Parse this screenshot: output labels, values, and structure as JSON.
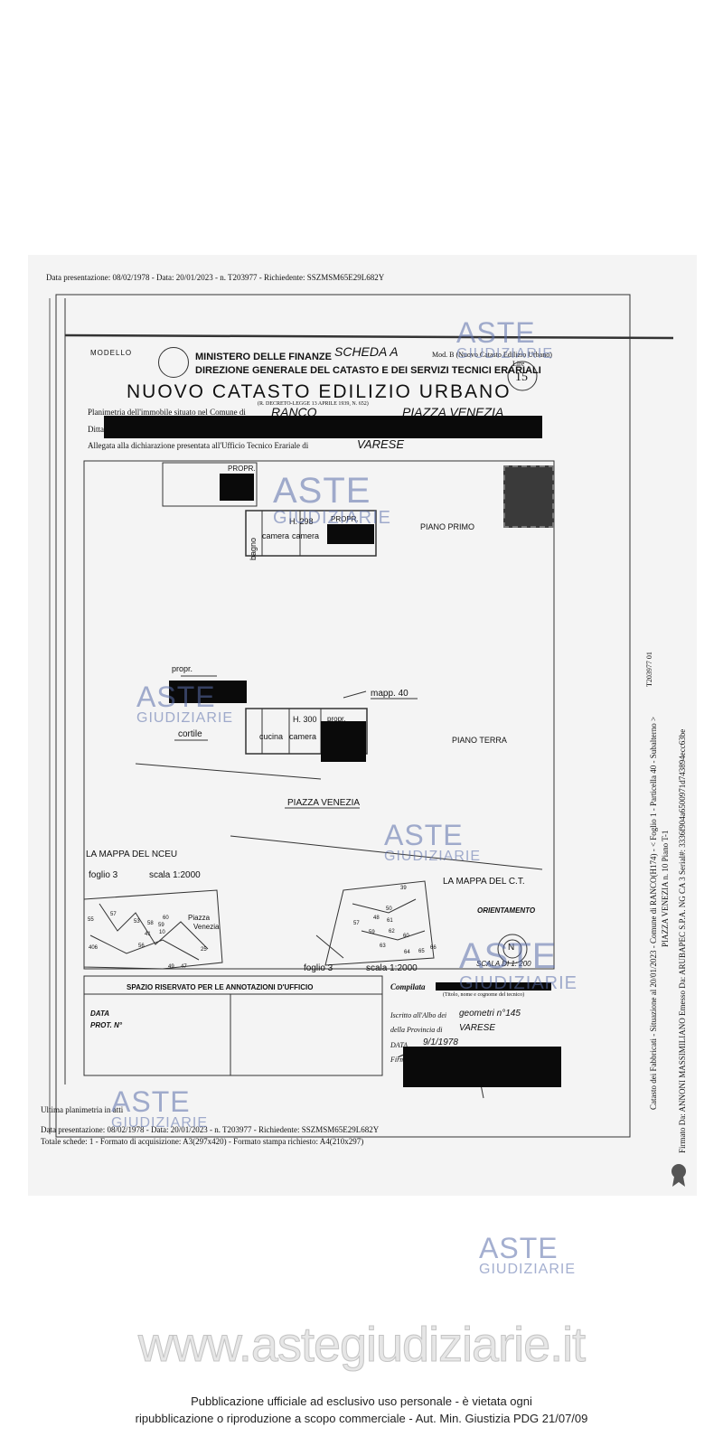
{
  "header_line": "Data presentazione: 08/02/1978 - Data: 20/01/2023 - n. T203977 - Richiedente: SSZMSM65E29L682Y",
  "form": {
    "modello": "MODELLO",
    "ministry": "MINISTERO DELLE FINANZE",
    "scheda": "SCHEDA A",
    "mod_note": "Mod. B (Nuovo Catasto Edilizio Urbano)",
    "direzione": "DIREZIONE GENERALE DEL CATASTO E DEI SERVIZI TECNICI ERARIALI",
    "title": "NUOVO CATASTO EDILIZIO URBANO",
    "lire": "Lire",
    "lire_value": "15",
    "decreto": "(R. DECRETO-LEGGE 13 APRILE 1939, N. 652)",
    "planimetria_label": "Planimetria dell'immobile situato nel Comune di",
    "comune": "RANCO",
    "via": "PIAZZA VENEZIA",
    "ditta": "Ditta",
    "allegata": "Allegata alla dichiarazione presentata all'Ufficio Tecnico Erariale di",
    "ufficio": "VARESE"
  },
  "plan": {
    "propr_top": "PROPR.",
    "propr_first": "PROPR.",
    "h_first": "H. 298",
    "bagno": "bagno",
    "camera1": "camera",
    "camera2": "camera",
    "piano_primo": "PIANO PRIMO",
    "propr_ground": "propr.",
    "mapp": "mapp. 40",
    "h_ground": "H. 300",
    "propr_ground2": "propr.",
    "cortile": "cortile",
    "cucina": "cucina",
    "camera3": "camera",
    "piano_terra": "PIANO TERRA",
    "piazza": "PIAZZA VENEZIA",
    "mappa_nceu": "LA MAPPA DEL NCEU",
    "foglio1": "foglio 3",
    "scala1": "scala 1:2000",
    "mappa_ct": "LA MAPPA DEL C.T.",
    "orientamento": "ORIENTAMENTO",
    "north": "N",
    "scala_plan": "SCALA DI 1: 200",
    "foglio2": "foglio 3",
    "scala2": "scala 1:2000",
    "map_piazza": "Piazza",
    "map_venezia": "Venezia",
    "map_numbers": [
      "55",
      "57",
      "53",
      "58",
      "59",
      "10",
      "60",
      "25",
      "406",
      "56",
      "41",
      "47",
      "49",
      "39",
      "50",
      "48",
      "59",
      "61",
      "62",
      "60",
      "63",
      "64",
      "65",
      "66",
      "57"
    ]
  },
  "office": {
    "title": "SPAZIO RISERVATO PER LE ANNOTAZIONI D'UFFICIO",
    "data": "DATA",
    "prot": "PROT. N°",
    "compilata": "Compilata",
    "titolo_note": "(Titolo, nome e cognome del tecnico)",
    "iscritto": "Iscritto all'Albo dei",
    "albo": "geometri n°145",
    "provincia_label": "della Provincia di",
    "provincia": "VARESE",
    "data_label": "DATA",
    "data_value": "9/1/1978",
    "firma": "Firma"
  },
  "bottom": {
    "ultima": "Ultima planimetria in atti",
    "line1": "Data presentazione: 08/02/1978 - Data: 20/01/2023 - n. T203977 - Richiedente: SSZMSM65E29L682Y",
    "line2": "Totale schede: 1 - Formato di acquisizione: A3(297x420)  - Formato stampa richiesto: A4(210x297)"
  },
  "side": {
    "code": "T203977 01",
    "catasto1": "Catasto dei Fabbricati - Situazione al 20/01/2023 - Comune di RANCO(H174) - < Foglio 1 - Particella 40 - Subalterno >",
    "catasto2": "PIAZZA VENEZIA n. 10 Piano T-1",
    "firmato": "Firmato Da: ANNONI MASSIMILIANO Emesso Da: ARUBAPEC S.P.A. NG CA 3 Serial#: 3336f904a6500971d743894ecc63be"
  },
  "watermarks": {
    "aste": "ASTE",
    "giudiziarie": "GIUDIZIARIE"
  },
  "site_url": "www.astegiudiziarie.it",
  "footer": {
    "line1": "Pubblicazione ufficiale ad esclusivo uso personale - è vietata ogni",
    "line2": "ripubblicazione o riproduzione a scopo commerciale - Aut. Min. Giustizia PDG 21/07/09"
  },
  "colors": {
    "watermark": "#5a6eaa",
    "redaction": "#0a0a0a",
    "scan_bg": "#f4f4f4"
  }
}
